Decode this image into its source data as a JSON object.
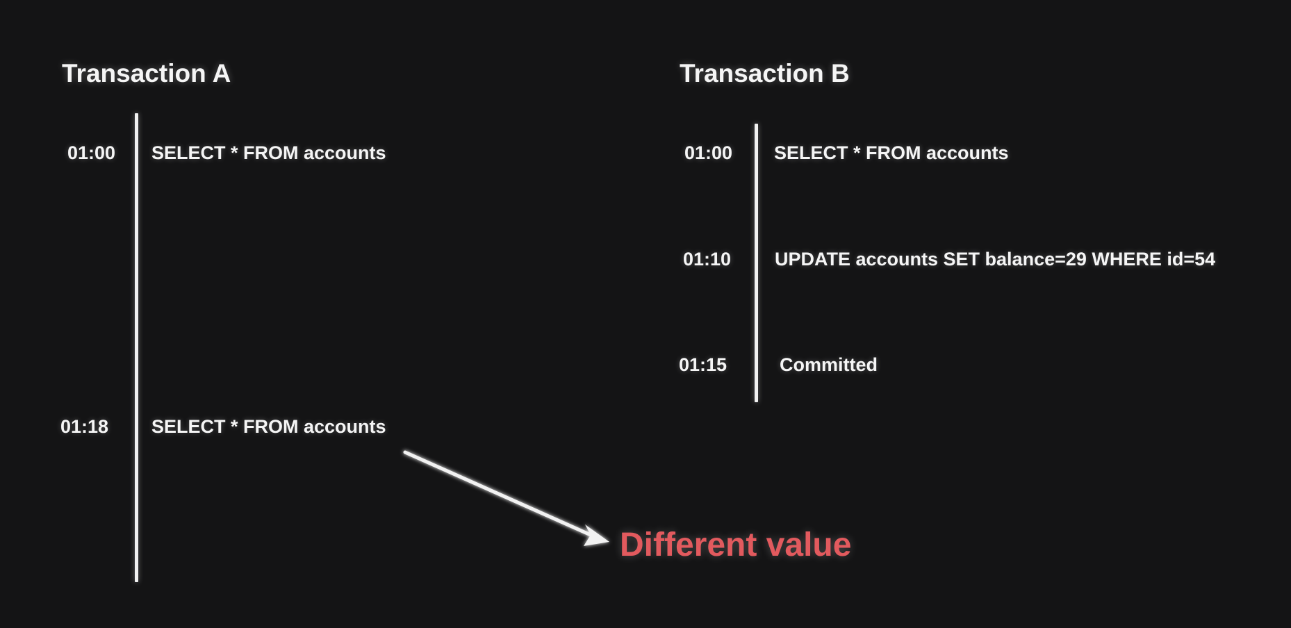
{
  "transaction_a": {
    "title": "Transaction A",
    "events": [
      {
        "time": "01:00",
        "statement": "SELECT * FROM accounts"
      },
      {
        "time": "01:18",
        "statement": "SELECT * FROM accounts"
      }
    ]
  },
  "transaction_b": {
    "title": "Transaction B",
    "events": [
      {
        "time": "01:00",
        "statement": "SELECT * FROM accounts"
      },
      {
        "time": "01:10",
        "statement": "UPDATE accounts SET balance=29 WHERE id=54"
      },
      {
        "time": "01:15",
        "statement": "Committed"
      }
    ]
  },
  "result": {
    "label": "Different value"
  },
  "colors": {
    "background": "#141415",
    "text": "#f5f5f5",
    "timeline": "#f2f2f2",
    "result": "#e25a5e"
  }
}
